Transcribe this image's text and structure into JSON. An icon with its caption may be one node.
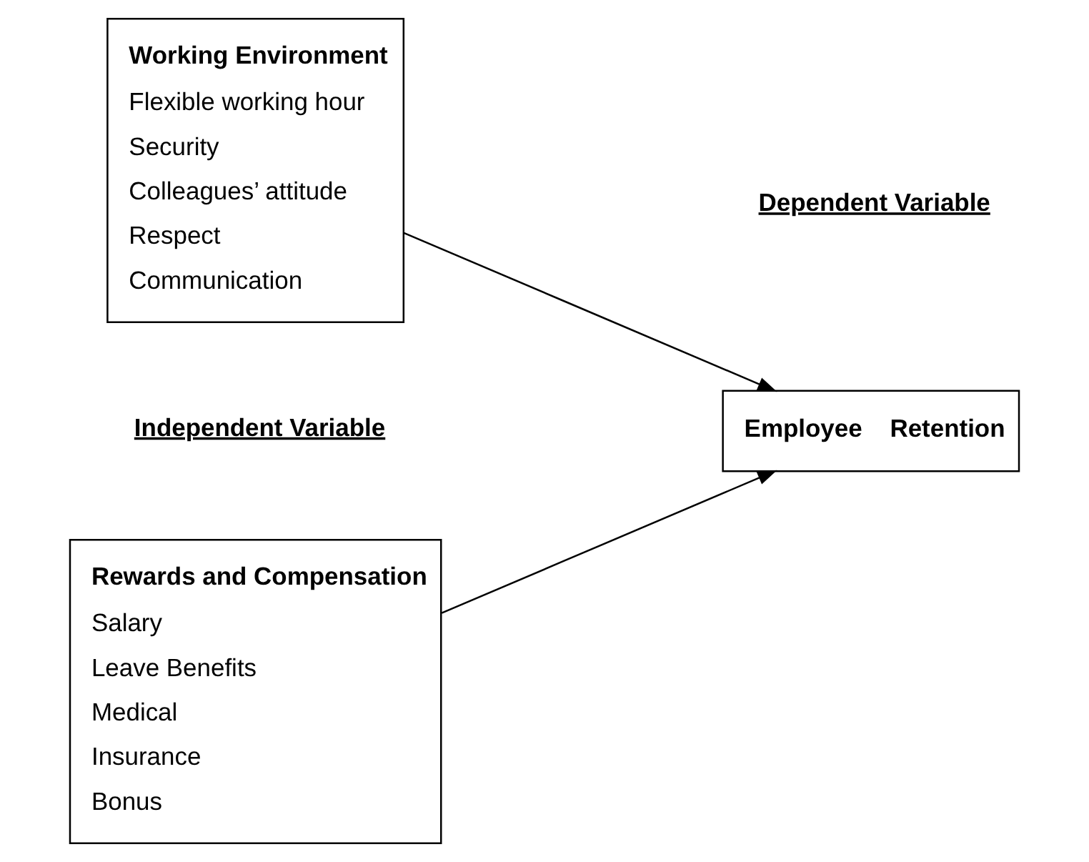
{
  "diagram": {
    "nodes": [
      {
        "text": [
          "Rewards and Compensation",
          "Salary",
          "Leave Benefits",
          "Medical",
          "Insurance",
          "Bonus"
        ]
      },
      {
        "text": [
          "Working Environment",
          "Flexible working hour",
          "Security",
          "Colleagues’ attitude",
          "Respect",
          "Communication"
        ]
      },
      {
        "text": [
          "Employee    Retention"
        ]
      }
    ],
    "edges": [
      {
        "from": 0,
        "to": 2,
        "arrow": "to"
      },
      {
        "from": 1,
        "to": 2,
        "arrow": "to"
      }
    ],
    "labels": [
      "Independent Variable",
      "Dependent Variable"
    ]
  }
}
